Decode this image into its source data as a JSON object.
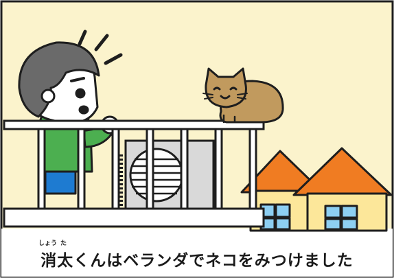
{
  "caption": {
    "text": "消太くんはベランダでネコをみつけました",
    "ruby_sho": "しょう",
    "ruby_ta": "た"
  },
  "colors": {
    "background": "#fbf3cc",
    "frame": "#1e1e1e",
    "shirt": "#4caf50",
    "pants": "#1e7bd1",
    "hair": "#6a6a6a",
    "cat": "#c19a5e",
    "roof": "#f07c22",
    "house_wall": "#fce79a",
    "window": "#8dcff2",
    "ac_unit": "#d9d9d9"
  },
  "icons": [
    "surprise-lines-icon",
    "cat-illustration",
    "boy-illustration",
    "air-conditioner-illustration",
    "houses-illustration"
  ]
}
